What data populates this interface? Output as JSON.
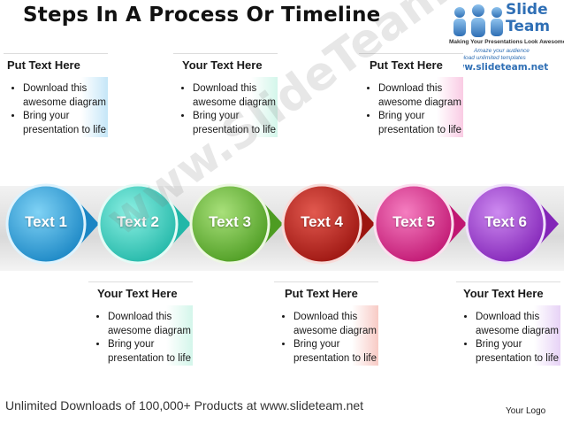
{
  "title": "Steps In A Process Or Timeline",
  "logo": {
    "brand_line1": "Slide",
    "brand_line2": "Team",
    "tagline": "Making Your Presentations Look Awesome",
    "tagline2": "Amaze your audience",
    "tagline3": "Download unlimited templates",
    "url": "www.slideteam.net"
  },
  "top_cards": [
    {
      "heading": "Put Text Here",
      "bullets": [
        "Download this awesome diagram",
        "Bring your presentation to life"
      ]
    },
    {
      "heading": "Your Text Here",
      "bullets": [
        "Download this awesome diagram",
        "Bring your presentation to life"
      ]
    },
    {
      "heading": "Put Text Here",
      "bullets": [
        "Download this awesome diagram",
        "Bring your presentation to life"
      ]
    }
  ],
  "bottom_cards": [
    {
      "heading": "Your Text Here",
      "bullets": [
        "Download this awesome diagram",
        "Bring your presentation to life"
      ]
    },
    {
      "heading": "Put Text Here",
      "bullets": [
        "Download this awesome diagram",
        "Bring your presentation to life"
      ]
    },
    {
      "heading": "Your Text Here",
      "bullets": [
        "Download this awesome diagram",
        "Bring your presentation to life"
      ]
    }
  ],
  "steps": [
    {
      "label": "Text 1",
      "color": "#2aa7e0"
    },
    {
      "label": "Text 2",
      "color": "#3ed6c4"
    },
    {
      "label": "Text 3",
      "color": "#6cc23a"
    },
    {
      "label": "Text 4",
      "color": "#c8261e"
    },
    {
      "label": "Text 5",
      "color": "#e3248e"
    },
    {
      "label": "Text 6",
      "color": "#a33ad6"
    }
  ],
  "card_colors": {
    "top1": "#9fd6f3",
    "top2": "#b7f0dd",
    "top3": "#f6a9d2",
    "bottom1": "#b7f0dd",
    "bottom2": "#f3a89f",
    "bottom3": "#d7b5f0"
  },
  "watermark": "www.SlideTeam.net",
  "footer": "Unlimited Downloads of 100,000+ Products at www.slideteam.net",
  "your_logo": "Your Logo"
}
